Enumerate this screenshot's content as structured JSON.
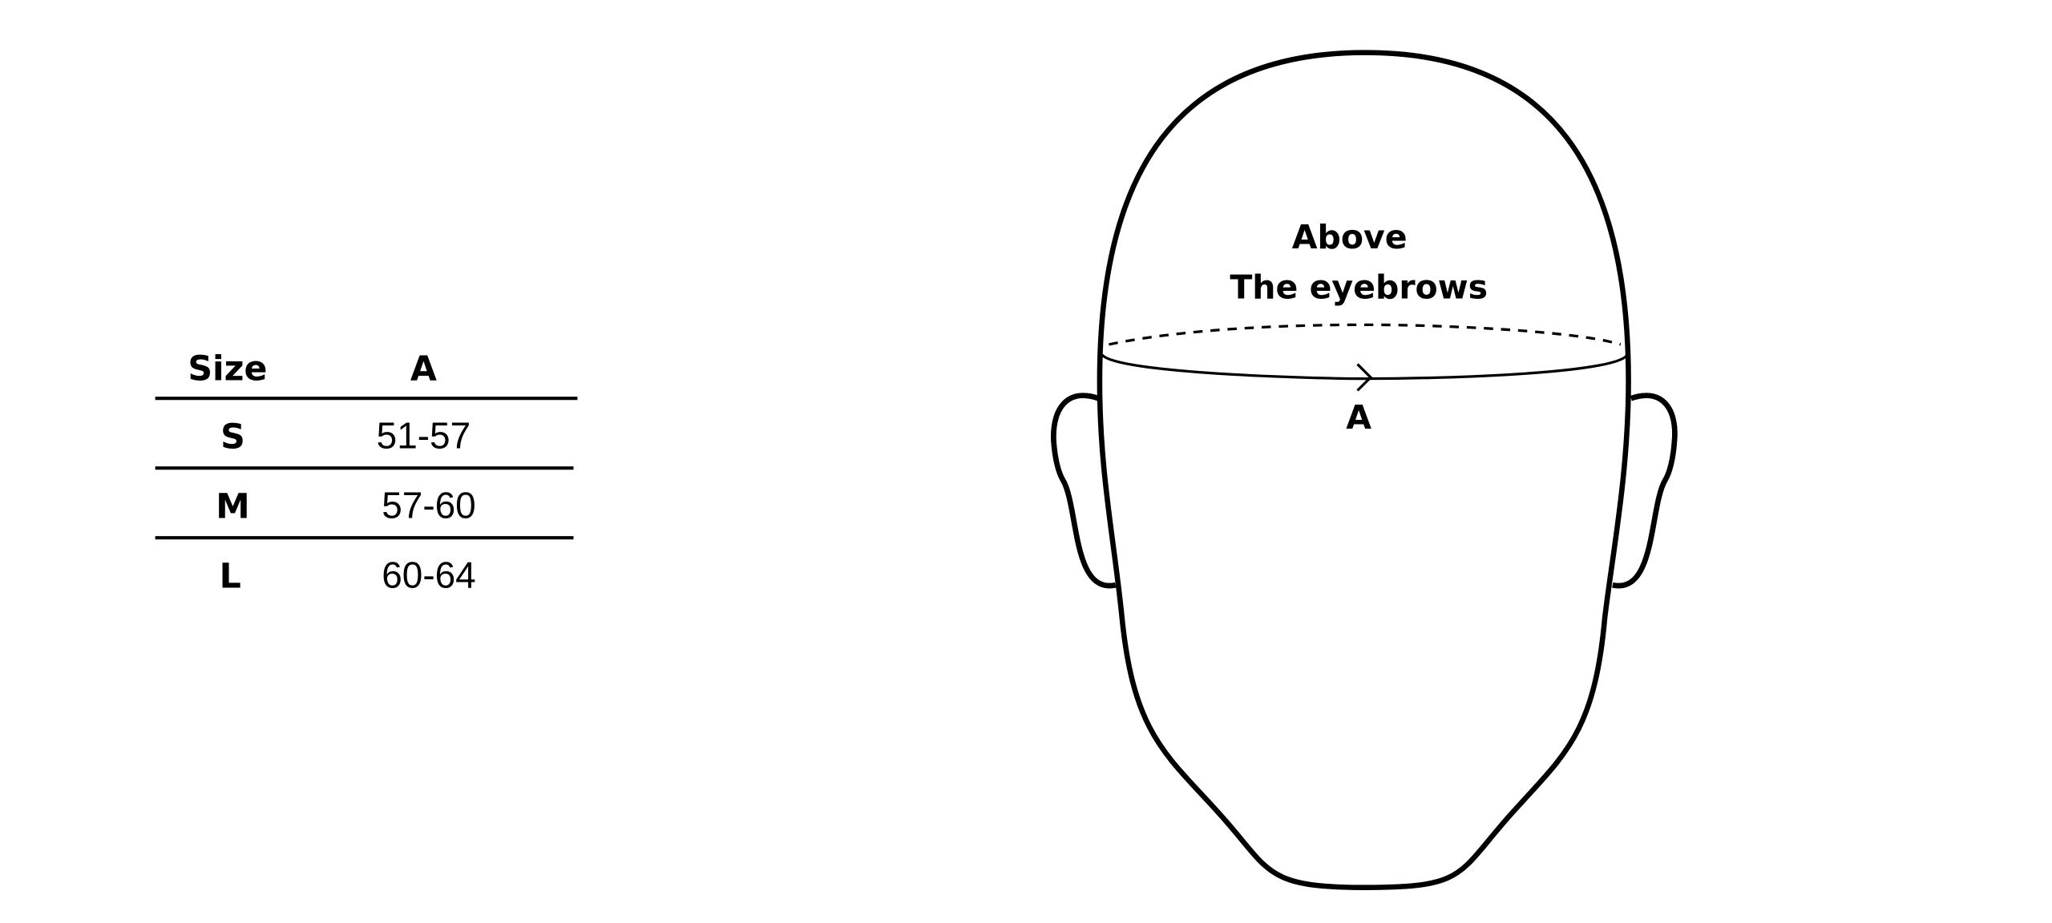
{
  "size_table": {
    "headers": [
      "Size",
      "A"
    ],
    "rows": [
      {
        "size": "S",
        "a": "51-57"
      },
      {
        "size": "M",
        "a": "57-60"
      },
      {
        "size": "L",
        "a": "60-64"
      }
    ]
  },
  "diagram": {
    "label_line1": "Above",
    "label_line2": "The eyebrows",
    "measure_label": "A"
  },
  "colors": {
    "stroke": "#000000",
    "background": "#ffffff"
  }
}
